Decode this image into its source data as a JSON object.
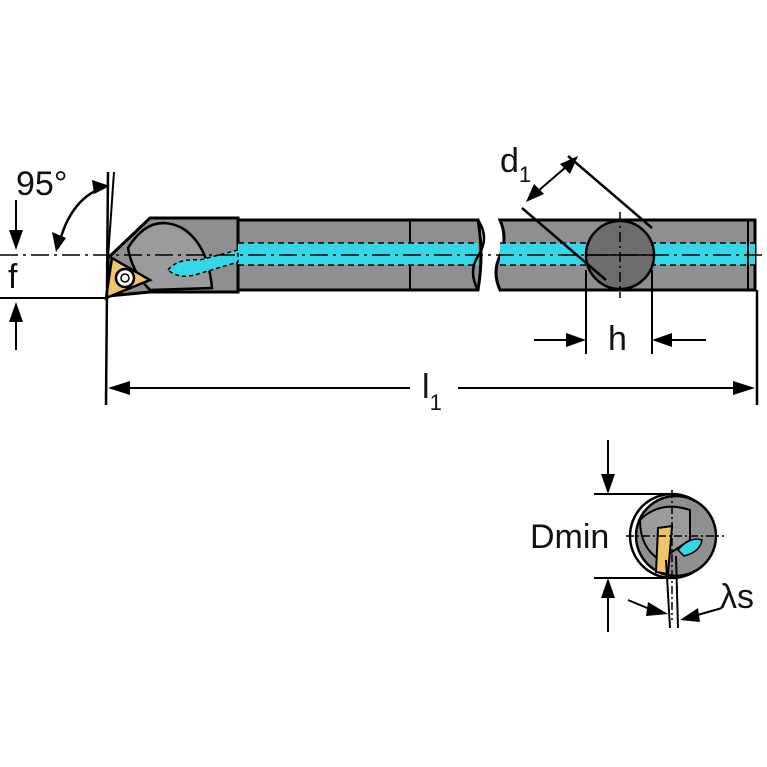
{
  "labels": {
    "angle": "95°",
    "f": "f",
    "d": "d",
    "d_sub": "1",
    "h": "h",
    "l": "l",
    "l_sub": "1",
    "dmin": "Dmin",
    "lambda_s": "λs"
  },
  "colors": {
    "body": "#8f8f8f",
    "body_dark": "#6d6d6d",
    "coolant": "#35d6e6",
    "insert": "#f0c46a",
    "line": "#000000",
    "background": "#ffffff"
  }
}
